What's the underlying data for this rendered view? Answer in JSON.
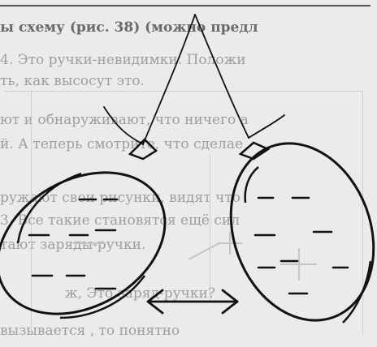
{
  "background_text": [
    "ы схему (рис. 38) (можно предл",
    "4. Это ручки-невидимки. Положи",
    "ть, как высосут это.",
    "ют и обнаруживают, что ничего а",
    "й. А теперь смотрите, что сделае",
    "ружают свои рисунки, видят что",
    "3. Все такие становятся ещё сил",
    "тают заряды-ручки.",
    "ж, Это заряд-ручки?",
    "вызывается , то понятно"
  ],
  "palette": {
    "paper": "#ebebeb",
    "ink": "#111111",
    "bleed_text": "#9e9e9e"
  },
  "symbols": {
    "left_balloon_charge": "minus",
    "right_balloon_charge": "minus",
    "background_charge": "plus"
  },
  "icons": {
    "arrow": "double-headed-arrow-icon"
  }
}
